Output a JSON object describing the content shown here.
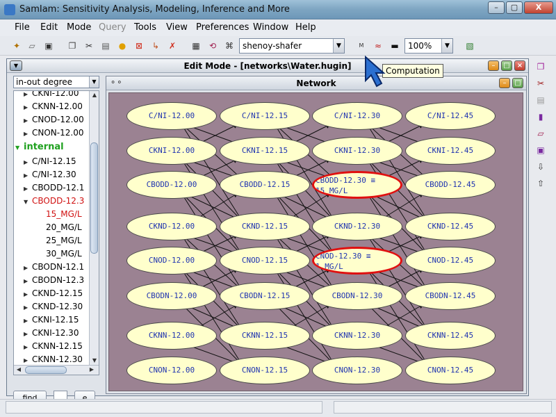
{
  "app": {
    "title": "SamIam: Sensitivity Analysis, Modeling, Inference and More"
  },
  "menu": [
    "File",
    "Edit",
    "Mode",
    "Query",
    "Tools",
    "View",
    "Preferences",
    "Window",
    "Help"
  ],
  "toolbar": {
    "algorithm": "shenoy-shafer",
    "zoom": "100%"
  },
  "tooltip": "Computation",
  "internal_frame": {
    "title": "Edit Mode - [networks\\Water.hugin]"
  },
  "left_panel": {
    "sort": "in-out degree",
    "tree": [
      {
        "label": "CKNI-12.00",
        "type": "item"
      },
      {
        "label": "CKNN-12.00",
        "type": "item"
      },
      {
        "label": "CNOD-12.00",
        "type": "item"
      },
      {
        "label": "CNON-12.00",
        "type": "item"
      },
      {
        "label": "internal",
        "type": "group"
      },
      {
        "label": "C/NI-12.15",
        "type": "item"
      },
      {
        "label": "C/NI-12.30",
        "type": "item"
      },
      {
        "label": "CBODD-12.1",
        "type": "item"
      },
      {
        "label": "CBODD-12.3",
        "type": "open"
      },
      {
        "label": "15_MG/L",
        "type": "state-selected"
      },
      {
        "label": "20_MG/L",
        "type": "state"
      },
      {
        "label": "25_MG/L",
        "type": "state"
      },
      {
        "label": "30_MG/L",
        "type": "state"
      },
      {
        "label": "CBODN-12.1",
        "type": "item"
      },
      {
        "label": "CBODN-12.3",
        "type": "item"
      },
      {
        "label": "CKND-12.15",
        "type": "item"
      },
      {
        "label": "CKND-12.30",
        "type": "item"
      },
      {
        "label": "CKNI-12.15",
        "type": "item"
      },
      {
        "label": "CKNI-12.30",
        "type": "item"
      },
      {
        "label": "CKNN-12.15",
        "type": "item"
      },
      {
        "label": "CKNN-12.30",
        "type": "item"
      }
    ],
    "find_label": "find",
    "e_label": "e"
  },
  "network": {
    "title": "Network",
    "rows": [
      [
        "C/NI-12.00",
        "C/NI-12.15",
        "C/NI-12.30",
        "C/NI-12.45"
      ],
      [
        "CKNI-12.00",
        "CKNI-12.15",
        "CKNI-12.30",
        "CKNI-12.45"
      ],
      [
        "CBODD-12.00",
        "CBODD-12.15",
        "CBODD-12.30 ≡ 15_MG/L",
        "CBODD-12.45"
      ],
      [
        "CKND-12.00",
        "CKND-12.15",
        "CKND-12.30",
        "CKND-12.45"
      ],
      [
        "CNOD-12.00",
        "CNOD-12.15",
        "CNOD-12.30 ≡ 1_MG/L",
        "CNOD-12.45"
      ],
      [
        "CBODN-12.00",
        "CBODN-12.15",
        "CBODN-12.30",
        "CBODN-12.45"
      ],
      [
        "CKNN-12.00",
        "CKNN-12.15",
        "CKNN-12.30",
        "CKNN-12.45"
      ],
      [
        "CNON-12.00",
        "CNON-12.15",
        "CNON-12.30",
        "CNON-12.45"
      ]
    ],
    "evidence": [
      [
        2,
        2
      ],
      [
        4,
        2
      ]
    ],
    "colors": {
      "canvas": "#9b8292",
      "node_fill": "#ffffcc",
      "node_text": "#1f33b0",
      "evidence_border": "#e01010"
    }
  }
}
